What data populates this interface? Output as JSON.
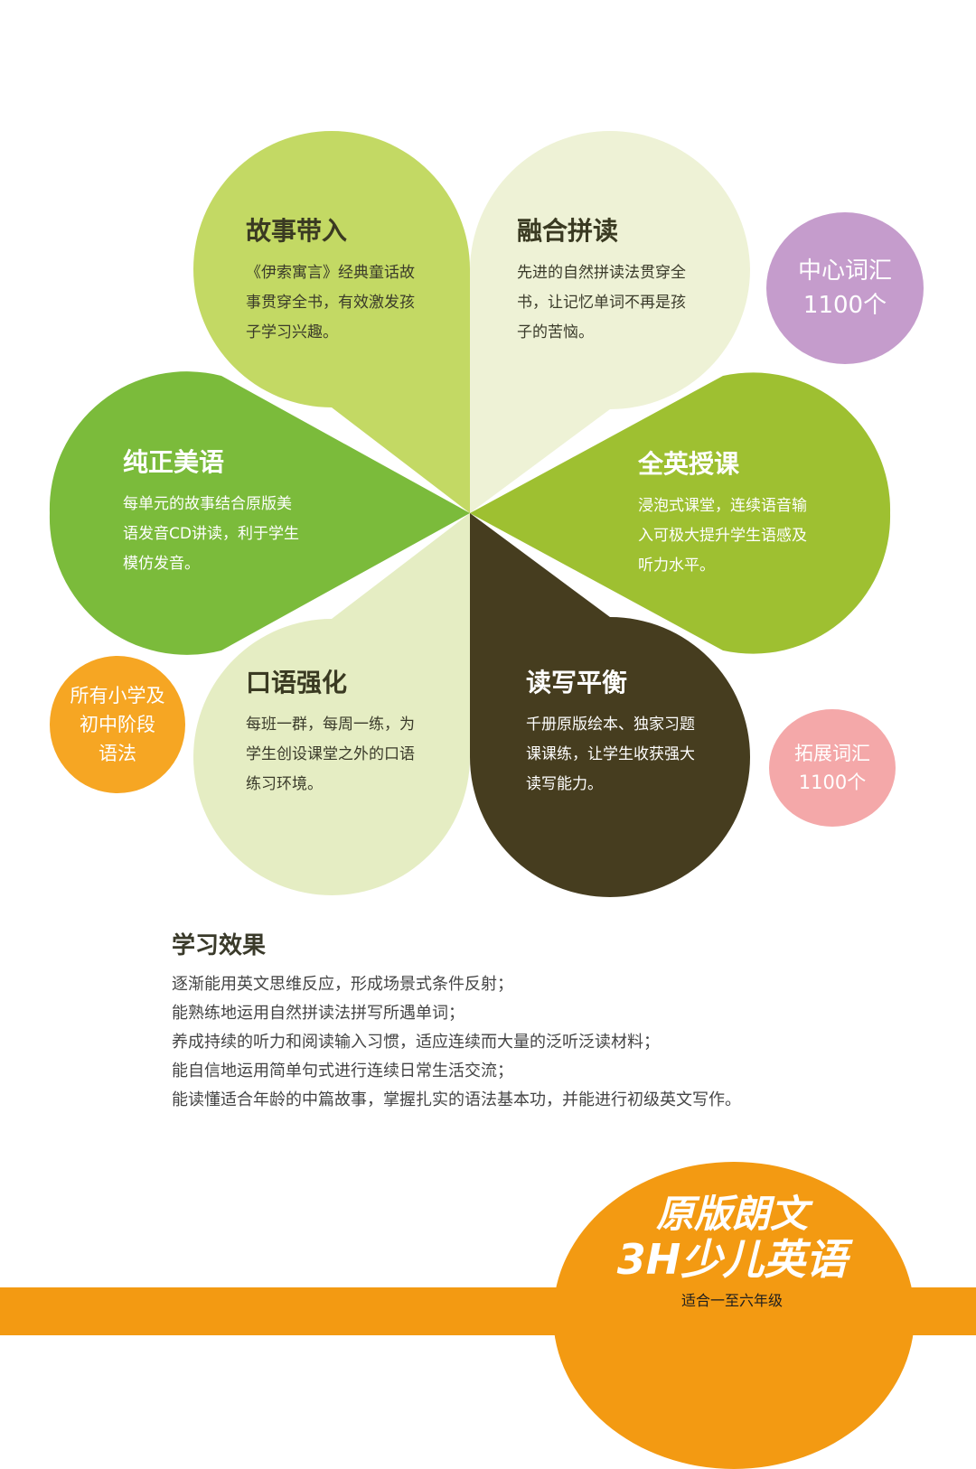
{
  "petals": [
    {
      "id": "story",
      "title": "故事带入",
      "desc": "《伊索寓言》经典童话故\n事贯穿全书，有效激发孩\n子学习兴趣。",
      "color": "#c3d964"
    },
    {
      "id": "phonics",
      "title": "融合拼读",
      "desc": "先进的自然拼读法贯穿全\n书，让记忆单词不再是孩\n子的苦恼。",
      "color": "#eef2d6"
    },
    {
      "id": "american",
      "title": "纯正美语",
      "desc": "每单元的故事结合原版美\n语发音CD讲读，利于学生\n模仿发音。",
      "color": "#7bbb3b"
    },
    {
      "id": "english",
      "title": "全英授课",
      "desc": "浸泡式课堂，连续语音输\n入可极大提升学生语感及\n听力水平。",
      "color": "#9ec031"
    },
    {
      "id": "oral",
      "title": "口语强化",
      "desc": "每班一群，每周一练，为\n学生创设课堂之外的口语\n练习环境。",
      "color": "#e5edc3"
    },
    {
      "id": "balance",
      "title": "读写平衡",
      "desc": "千册原版绘本、独家习题\n课课练，让学生收获强大\n读写能力。",
      "color": "#463d1f"
    }
  ],
  "circles": {
    "core_vocab": {
      "text": "中心词汇\n1100个",
      "color": "#c59ccc"
    },
    "ext_vocab": {
      "text": "拓展词汇\n1100个",
      "color": "#f4a8a9"
    },
    "grammar": {
      "text": "所有小学及\n初中阶段\n语法",
      "color": "#f6a623"
    }
  },
  "effects": {
    "title": "学习效果",
    "items": [
      "逐渐能用英文思维反应，形成场景式条件反射；",
      "能熟练地运用自然拼读法拼写所遇单词；",
      "养成持续的听力和阅读输入习惯，适应连续而大量的泛听泛读材料；",
      "能自信地运用简单句式进行连续日常生活交流；",
      "能读懂适合年龄的中篇故事，掌握扎实的语法基本功，并能进行初级英文写作。"
    ]
  },
  "badge": {
    "line1": "原版朗文",
    "line2": "3H少儿英语",
    "subtitle": "适合一至六年级",
    "color": "#f39a12"
  }
}
